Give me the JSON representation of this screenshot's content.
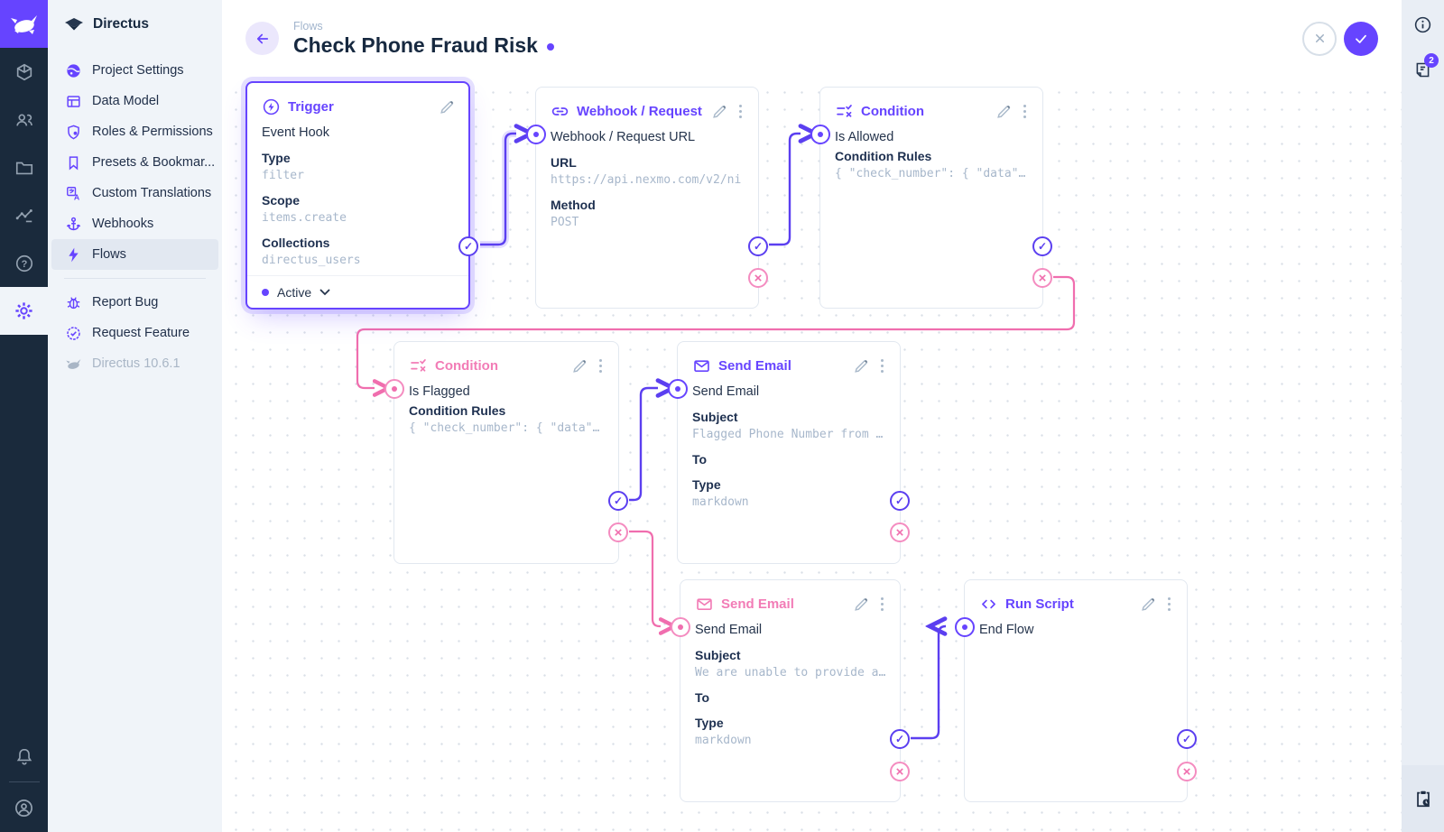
{
  "colors": {
    "accent": "#6644ff",
    "reject_pink": "#f06eae",
    "module_bar_bg": "#1a2a3c",
    "sidebar_bg": "#f0f4f9",
    "text_dark": "#172940",
    "text_subdued": "#a7b7cb",
    "card_border": "#e2e8f0"
  },
  "module_bar": {
    "logo_icon": "directus-rabbit-icon",
    "modules": [
      {
        "icon": "content-cube-icon"
      },
      {
        "icon": "users-icon"
      },
      {
        "icon": "files-folder-icon"
      },
      {
        "icon": "insights-chart-icon"
      },
      {
        "icon": "help-question-icon"
      },
      {
        "icon": "settings-gear-icon",
        "active": true
      }
    ],
    "bottom_icons": [
      "notifications-bell-icon",
      "account-avatar-icon"
    ]
  },
  "sidebar": {
    "title": "Directus",
    "title_icon": "project-logo-icon",
    "items": [
      {
        "label": "Project Settings",
        "icon": "globe-icon"
      },
      {
        "label": "Data Model",
        "icon": "table-icon"
      },
      {
        "label": "Roles & Permissions",
        "icon": "shield-icon"
      },
      {
        "label": "Presets & Bookmar...",
        "icon": "bookmark-icon"
      },
      {
        "label": "Custom Translations",
        "icon": "translate-icon"
      },
      {
        "label": "Webhooks",
        "icon": "anchor-icon"
      },
      {
        "label": "Flows",
        "icon": "bolt-icon",
        "active": true
      }
    ],
    "footer_items": [
      {
        "label": "Report Bug",
        "icon": "bug-icon"
      },
      {
        "label": "Request Feature",
        "icon": "feature-badge-icon"
      }
    ],
    "version": "Directus 10.6.1",
    "version_icon": "rabbit-gray-icon"
  },
  "header": {
    "breadcrumb": "Flows",
    "title": "Check Phone Fraud Risk",
    "unsaved_indicator": true,
    "back_icon": "arrow-left-icon",
    "cancel_icon": "x-icon",
    "save_icon": "check-icon"
  },
  "right_bar": {
    "info_icon": "info-icon",
    "activity_icon": "activity-notes-icon",
    "notification_count": "2",
    "bottom_icon": "clipboard-clock-icon"
  },
  "flow": {
    "cards": [
      {
        "id": "trigger",
        "title": "Trigger",
        "icon": "trigger-bolt-icon",
        "accent": "purple",
        "selected": true,
        "name": "Event Hook",
        "fields": [
          {
            "label": "Type",
            "value": "filter"
          },
          {
            "label": "Scope",
            "value": "items.create"
          },
          {
            "label": "Collections",
            "value": "directus_users"
          }
        ],
        "footer_status": "Active"
      },
      {
        "id": "webhook",
        "title": "Webhook / Request URL",
        "icon": "link-icon",
        "accent": "purple",
        "name": "Webhook / Request URL",
        "fields": [
          {
            "label": "URL",
            "value": "https://api.nexmo.com/v2/ni"
          },
          {
            "label": "Method",
            "value": "POST"
          }
        ]
      },
      {
        "id": "condition_is_allowed",
        "title": "Condition",
        "icon": "condition-rules-icon",
        "accent": "purple",
        "name": "Is Allowed",
        "fields": [
          {
            "label": "Condition Rules",
            "value": "{ \"check_number\": { \"data\"…"
          }
        ]
      },
      {
        "id": "condition_is_flagged",
        "title": "Condition",
        "icon": "condition-rules-icon",
        "accent": "pink",
        "name": "Is Flagged",
        "fields": [
          {
            "label": "Condition Rules",
            "value": "{ \"check_number\": { \"data\"…"
          }
        ]
      },
      {
        "id": "send_email_flagged",
        "title": "Send Email",
        "icon": "mail-icon",
        "accent": "purple",
        "name": "Send Email",
        "fields": [
          {
            "label": "Subject",
            "value": "Flagged Phone Number from …"
          },
          {
            "label": "To",
            "value": ""
          },
          {
            "label": "Type",
            "value": "markdown"
          }
        ]
      },
      {
        "id": "send_email_unable",
        "title": "Send Email",
        "icon": "mail-icon",
        "accent": "pink",
        "name": "Send Email",
        "fields": [
          {
            "label": "Subject",
            "value": "We are unable to provide a…"
          },
          {
            "label": "To",
            "value": ""
          },
          {
            "label": "Type",
            "value": "markdown"
          }
        ]
      },
      {
        "id": "run_script",
        "title": "Run Script",
        "icon": "code-icon",
        "accent": "purple",
        "name": "End Flow",
        "fields": []
      }
    ],
    "connections": [
      {
        "from": "trigger",
        "port": "resolve",
        "to": "webhook"
      },
      {
        "from": "webhook",
        "port": "resolve",
        "to": "condition_is_allowed"
      },
      {
        "from": "condition_is_allowed",
        "port": "reject",
        "to": "condition_is_flagged"
      },
      {
        "from": "condition_is_flagged",
        "port": "resolve",
        "to": "send_email_flagged"
      },
      {
        "from": "condition_is_flagged",
        "port": "reject",
        "to": "send_email_unable"
      },
      {
        "from": "send_email_unable",
        "port": "resolve",
        "to": "run_script"
      }
    ]
  }
}
